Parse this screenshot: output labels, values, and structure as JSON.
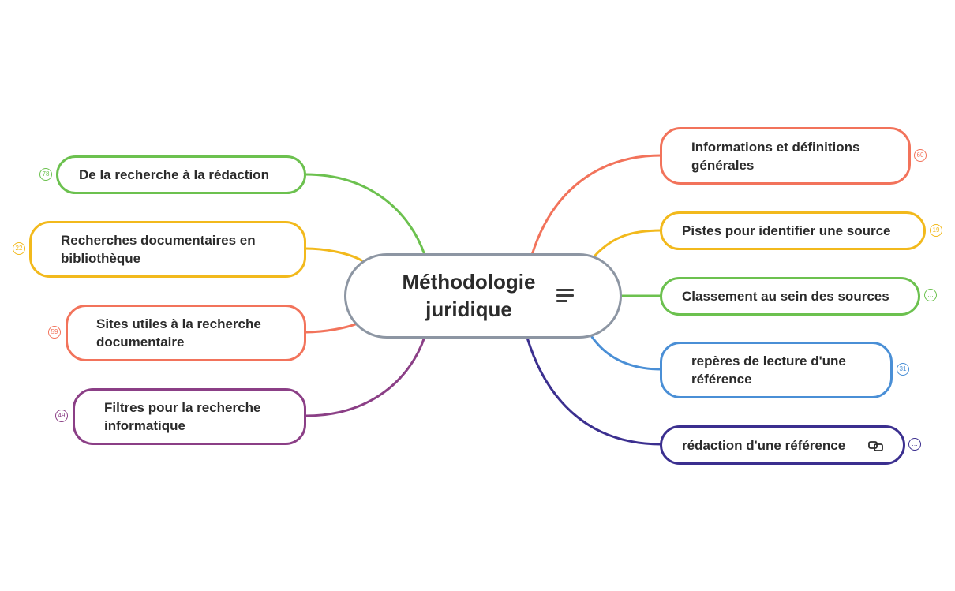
{
  "central_topic": {
    "title": "Méthodologie juridique",
    "notes_icon": "notes-lines-icon"
  },
  "branches": [
    {
      "side": "left",
      "label": "De la recherche à la rédaction",
      "color": "#6cc14f",
      "badge": "78"
    },
    {
      "side": "left",
      "label": "Recherches documentaires en bibliothèque",
      "color": "#f2b91c",
      "badge": "22"
    },
    {
      "side": "left",
      "label": "Sites utiles à la recherche documentaire",
      "color": "#f2735b",
      "badge": "59"
    },
    {
      "side": "left",
      "label": "Filtres pour la recherche informatique",
      "color": "#8b3f86",
      "badge": "49"
    },
    {
      "side": "right",
      "label": "Informations et définitions générales",
      "color": "#f2735b",
      "badge": "60"
    },
    {
      "side": "right",
      "label": "Pistes pour identifier une source",
      "color": "#f2b91c",
      "badge": "19"
    },
    {
      "side": "right",
      "label": "Classement au sein des sources",
      "color": "#6cc14f",
      "badge": "…"
    },
    {
      "side": "right",
      "label": "repères de lecture d'une référence",
      "color": "#4a8fd6",
      "badge": "31"
    },
    {
      "side": "right",
      "label": "rédaction d'une référence",
      "color": "#3b2f8f",
      "badge": "…",
      "icon": "link-icon"
    }
  ]
}
